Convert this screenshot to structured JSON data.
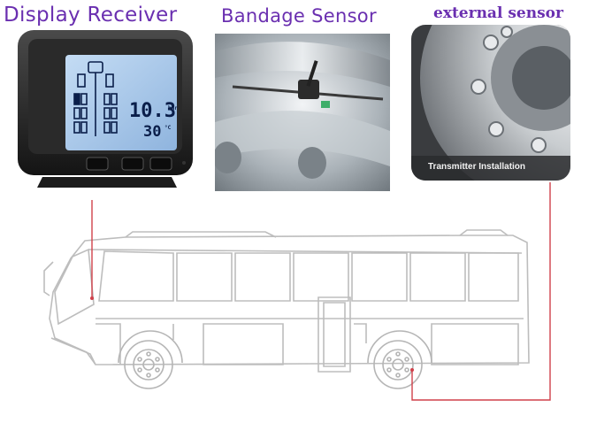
{
  "labels": {
    "display_receiver": "Display Receiver",
    "bandage_sensor": "Bandage Sensor",
    "external_sensor": "external sensor"
  },
  "display": {
    "pressure_value": "10.3",
    "pressure_unit": "bar",
    "temperature_value": "30",
    "temperature_unit": "°C"
  },
  "external_panel": {
    "caption": "Transmitter Installation"
  },
  "colors": {
    "label_text": "#6a2fb0",
    "connector_line": "#d0404a",
    "lcd_background": "#a8c8ea",
    "bus_outline": "#b9b9b9"
  }
}
